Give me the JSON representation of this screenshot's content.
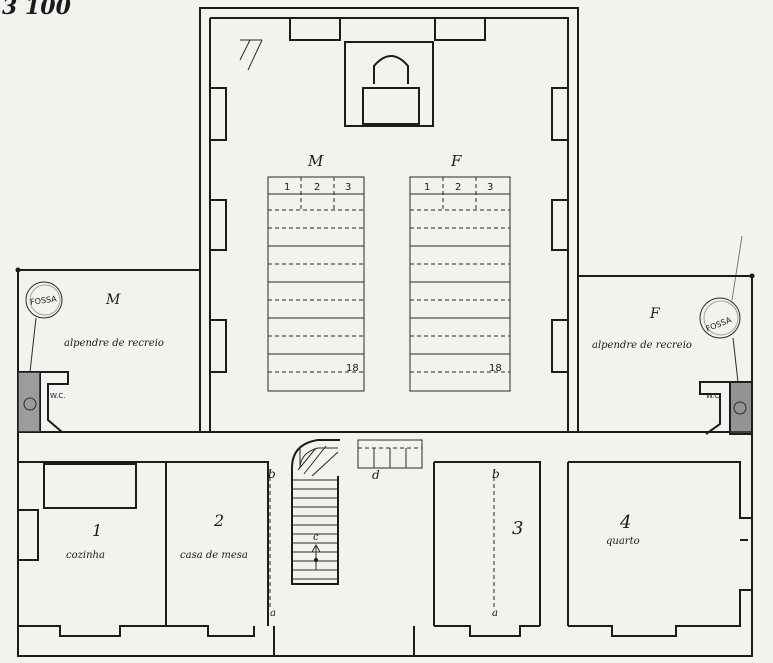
{
  "sheet_number": "3 100",
  "classroom": {
    "left_group": {
      "letter": "M",
      "seat_numbers": [
        "1",
        "2",
        "3"
      ],
      "last_row_number": "18"
    },
    "right_group": {
      "letter": "F",
      "seat_numbers": [
        "1",
        "2",
        "3"
      ],
      "last_row_number": "18"
    }
  },
  "left_wing": {
    "letter": "M",
    "label": "alpendre de recreio",
    "fossa_label": "FOSSA",
    "wc_label": "W.C."
  },
  "right_wing": {
    "letter": "F",
    "label": "alpendre de recreio",
    "fossa_label": "FOSSA",
    "wc_label": "W.C."
  },
  "rooms": [
    {
      "number": "1",
      "label": "cozinha"
    },
    {
      "number": "2",
      "label": "casa de mesa"
    },
    {
      "number": "3",
      "label": ""
    },
    {
      "number": "4",
      "label": "quarto"
    }
  ],
  "markers": {
    "d": "d",
    "c": "c",
    "a": "a",
    "b": "b"
  }
}
